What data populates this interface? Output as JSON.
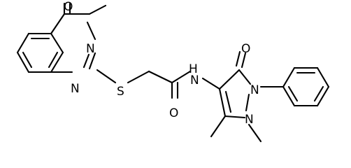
{
  "molecule": {
    "atom_labels": {
      "o_carbonyl_ring": "O",
      "n_methyl_ring": "N",
      "n_imine": "N",
      "s_thioether": "S",
      "o_amide": "O",
      "nh_amide": "H",
      "n_amide": "N",
      "o_pyrazolone": "O",
      "n1_pyrazole": "N",
      "n2_pyrazole": "N"
    }
  }
}
